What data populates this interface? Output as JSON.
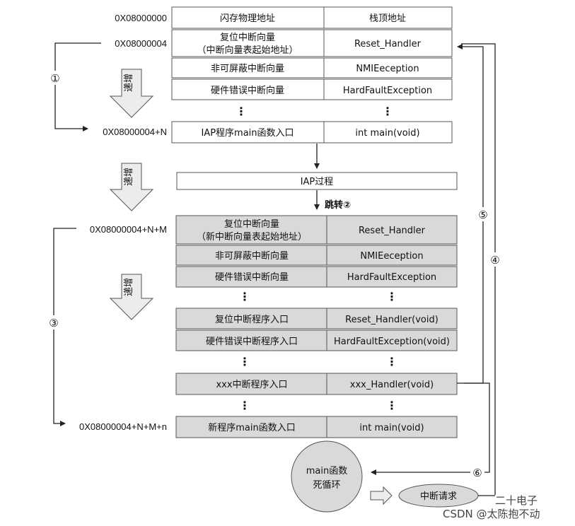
{
  "addresses": {
    "a0": "0X08000000",
    "a4": "0X08000004",
    "a4n": "0X08000004+N",
    "a4nm": "0X08000004+N+M",
    "a4nmn": "0X08000004+N+M+n"
  },
  "vector_table_1": {
    "rows": [
      {
        "c1": "闪存物理地址",
        "c2": "栈顶地址"
      },
      {
        "c1a": "复位中断向量",
        "c1b": "（中断向量表起始地址）",
        "c2": "Reset_Handler"
      },
      {
        "c1": "非可屏蔽中断向量",
        "c2": "NMIEeception"
      },
      {
        "c1": "硬件错误中断向量",
        "c2": "HardFaultException"
      }
    ],
    "main_row": {
      "c1": "IAP程序main函数入口",
      "c2": "int main(void)"
    }
  },
  "iap_process": "IAP过程",
  "jump_label": "跳转②",
  "vector_table_2": {
    "rows": [
      {
        "c1a": "复位中断向量",
        "c1b": "（新中断向量表起始地址）",
        "c2": "Reset_Handler"
      },
      {
        "c1": "非可屏蔽中断向量",
        "c2": "NMIEeception"
      },
      {
        "c1": "硬件错误中断向量",
        "c2": "HardFaultException"
      }
    ],
    "handler_rows": [
      {
        "c1": "复位中断程序入口",
        "c2": "Reset_Handler(void)"
      },
      {
        "c1": "硬件错误中断程序入口",
        "c2": "HardFaultException(void)"
      }
    ],
    "xxx_row": {
      "c1": "xxx中断程序入口",
      "c2": "xxx_Handler(void)"
    },
    "main_row": {
      "c1": "新程序main函数入口",
      "c2": "int main(void)"
    }
  },
  "increasing_label": "递增",
  "vertical_dots": "⋮",
  "step_labels": {
    "s1": "①",
    "s3": "③",
    "s4": "④",
    "s5": "⑤",
    "s6": "⑥"
  },
  "main_loop": {
    "line1": "main函数",
    "line2": "死循环"
  },
  "interrupt_request": "中断请求",
  "watermark": {
    "line1": "二十电子",
    "line2": "CSDN @太陈抱不动"
  },
  "colors": {
    "table1_fill": "#ffffff",
    "table2_fill": "#d9d9d9",
    "circle_fill": "#d9d9d9",
    "arrow_fill": "#ececec",
    "line": "#333333"
  }
}
